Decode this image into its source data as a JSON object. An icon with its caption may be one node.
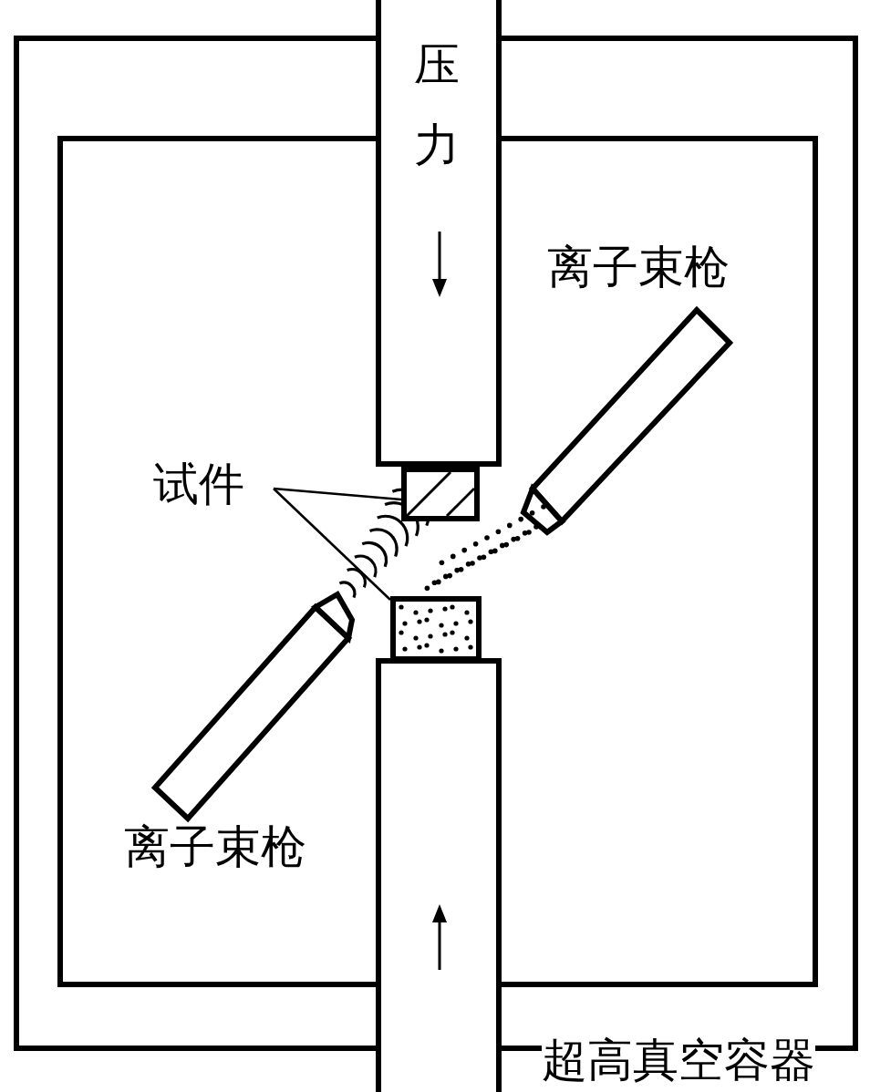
{
  "diagram": {
    "nodes": [
      {
        "text": [
          "压力"
        ]
      },
      {
        "text": [
          "试件"
        ]
      },
      {
        "text": [],
        "shape": "box"
      },
      {
        "text": [],
        "shape": "box"
      },
      {
        "text": [],
        "shape": "box"
      }
    ],
    "edges": [
      {
        "from": 1,
        "to": 2,
        "arrow": "none"
      },
      {
        "from": 1,
        "to": 3,
        "arrow": "none"
      }
    ],
    "labels": [
      "离子束枪",
      "离子束枪",
      "超高真空容器"
    ]
  }
}
